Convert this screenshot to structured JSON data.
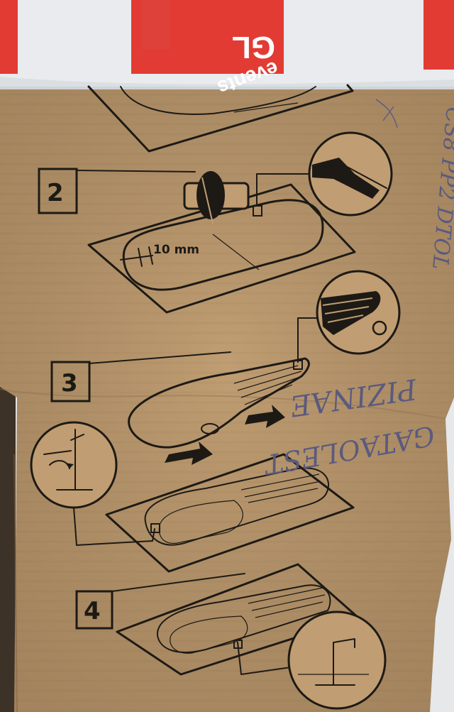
{
  "tape": {
    "logo_line1": "GL",
    "logo_line2": "events",
    "colors": {
      "red": "#e23b33",
      "tape": "#dfe3e6"
    }
  },
  "box": {
    "color": "#bf9c71",
    "steps": [
      {
        "number": "2",
        "measurement": "10 mm"
      },
      {
        "number": "3"
      },
      {
        "number": "4"
      }
    ]
  },
  "handwriting": {
    "word1": "PIZINAE",
    "word2": "GATAOLEST",
    "vertical": "CS8 PP2 DTOL"
  }
}
